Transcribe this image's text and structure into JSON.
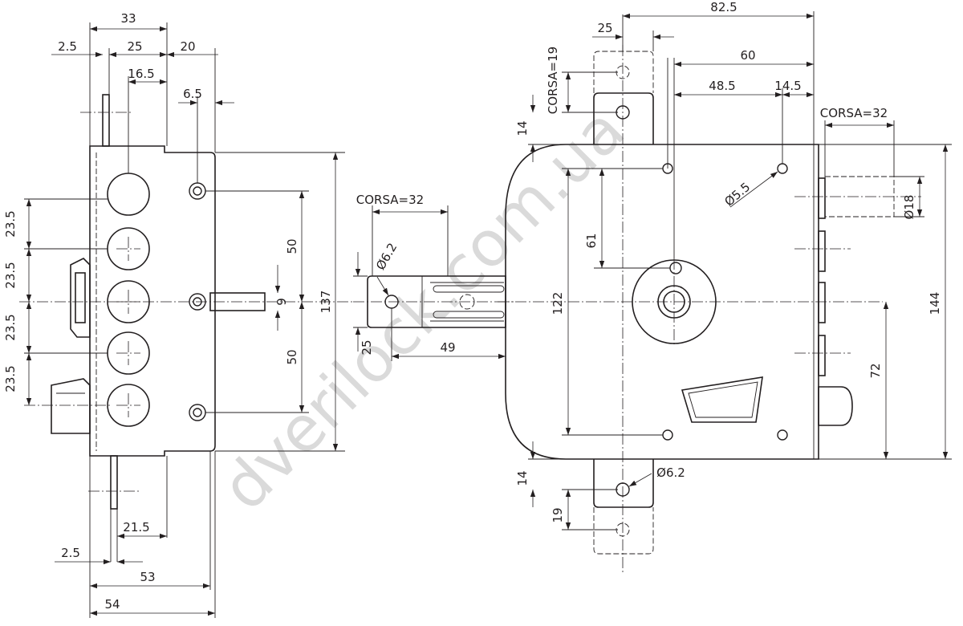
{
  "watermark": "dverilock.com.ua",
  "left_view": {
    "dims": {
      "d33": "33",
      "d2_5_top": "2.5",
      "d25_top": "25",
      "d20": "20",
      "d16_5": "16.5",
      "d6_5": "6.5",
      "d50_upper": "50",
      "d9": "9",
      "d50_lower": "50",
      "d137": "137",
      "d23_5_a": "23.5",
      "d23_5_b": "23.5",
      "d23_5_c": "23.5",
      "d23_5_d": "23.5",
      "d21_5": "21.5",
      "d2_5_bottom": "2.5",
      "d53": "53",
      "d54": "54"
    }
  },
  "middle_view": {
    "dims": {
      "corsa": "CORSA=32",
      "d6_2": "Ø6.2",
      "d25": "25",
      "d49": "49"
    }
  },
  "right_view": {
    "dims": {
      "d82_5": "82.5",
      "d25": "25",
      "d60": "60",
      "d48_5": "48.5",
      "d14_5": "14.5",
      "corsa19": "CORSA=19",
      "corsa32": "CORSA=32",
      "d14_top": "14",
      "d5_5": "Ø5.5",
      "d18": "Ø18",
      "d61": "61",
      "d122": "122",
      "d144": "144",
      "d72": "72",
      "d6_2": "Ø6.2",
      "d14_bottom": "14",
      "d19": "19"
    }
  }
}
